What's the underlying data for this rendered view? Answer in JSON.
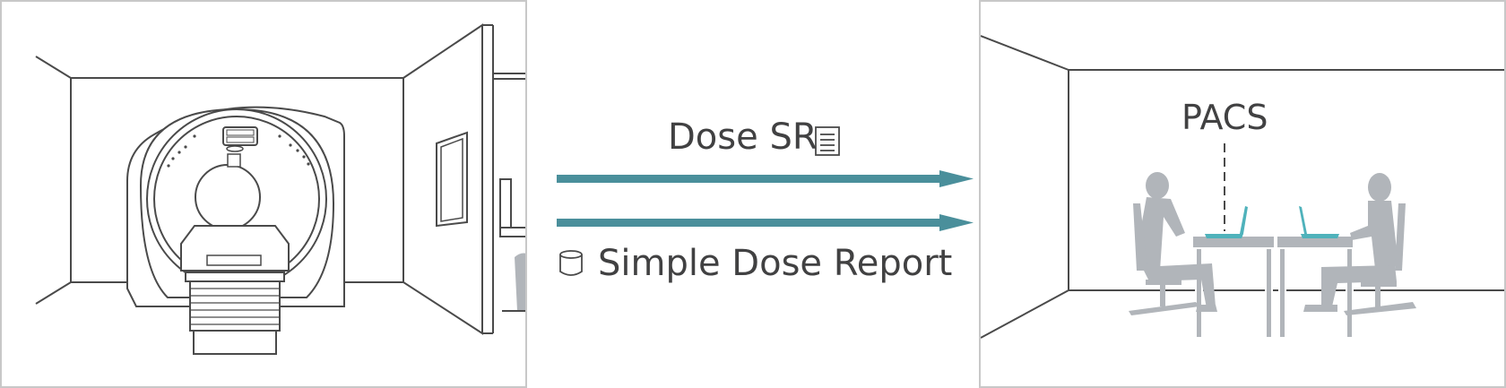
{
  "flow": {
    "dose_sr_label": "Dose SR",
    "simple_report_label": "Simple Dose Report"
  },
  "destination": {
    "pacs_label": "PACS"
  },
  "colors": {
    "arrow": "#4a8f9b",
    "line": "#4a4a4a",
    "panel_border": "#c8c8c8",
    "silhouette": "#b1b5ba",
    "laptop": "#4fb2bb",
    "text": "#414142"
  },
  "icons": {
    "dose_sr": "document-icon",
    "simple_report": "database-icon"
  }
}
